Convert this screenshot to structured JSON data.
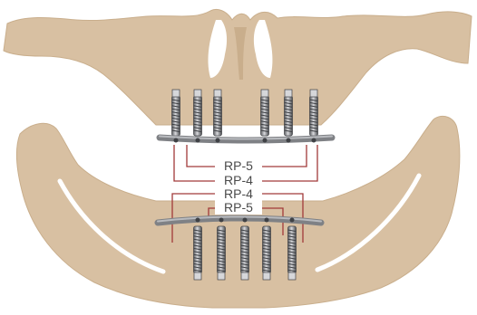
{
  "labels": {
    "upper_outer": "RP-5",
    "upper_inner": "RP-4",
    "lower_outer": "RP-4",
    "lower_inner": "RP-5"
  },
  "colors": {
    "bone": "#d8c0a2",
    "bone_shadow": "#c9ae8c",
    "bar": "#7f8185",
    "bar_highlight": "#b9bbbf",
    "implant": "#9a9ca0",
    "implant_dark": "#3f4145",
    "implant_light": "#d6d7da",
    "leader": "#a23a3a",
    "label_text": "#4a4a4a"
  },
  "icons": {
    "skull": "maxilla-and-mandible-illustration",
    "implant": "dental-implant-screw-icon"
  }
}
